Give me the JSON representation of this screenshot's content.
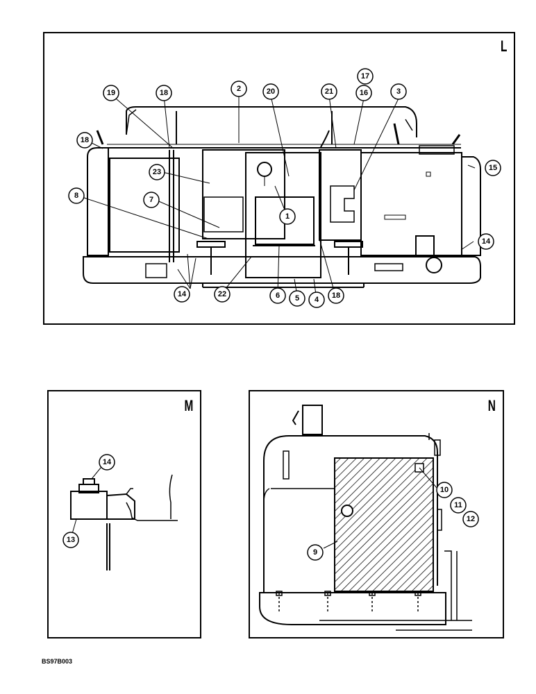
{
  "panels": {
    "L": {
      "letter": "L"
    },
    "M": {
      "letter": "M"
    },
    "N": {
      "letter": "N"
    }
  },
  "callouts_L": [
    "19",
    "18",
    "2",
    "20",
    "21",
    "17",
    "16",
    "3",
    "18",
    "23",
    "15",
    "8",
    "7",
    "1",
    "14",
    "22",
    "6",
    "5",
    "4",
    "18",
    "14"
  ],
  "callouts_M": [
    "14",
    "13"
  ],
  "callouts_N": [
    "10",
    "11",
    "12",
    "9"
  ],
  "drawing_code": "BS97B003",
  "colors": {
    "line": "#000000",
    "paper": "#ffffff"
  }
}
